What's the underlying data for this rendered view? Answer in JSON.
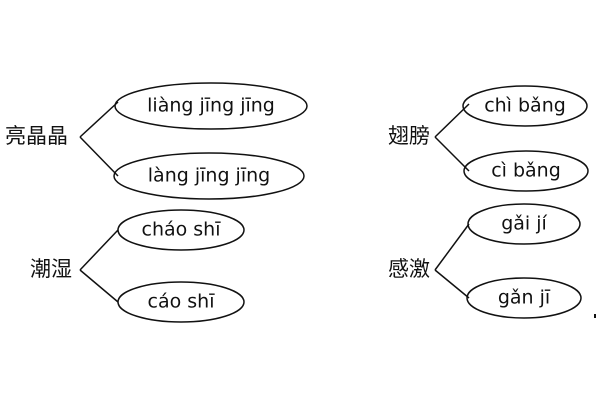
{
  "groups": [
    {
      "word": "亮晶晶",
      "options": [
        "liàng jīng jīng",
        "làng jīng jīng"
      ]
    },
    {
      "word": "潮湿",
      "options": [
        "cháo shī",
        "cáo shī"
      ]
    },
    {
      "word": "翅膀",
      "options": [
        "chì bǎng",
        "cì bǎng"
      ]
    },
    {
      "word": "感激",
      "options": [
        "gǎi jí",
        "gǎn jī"
      ]
    }
  ]
}
